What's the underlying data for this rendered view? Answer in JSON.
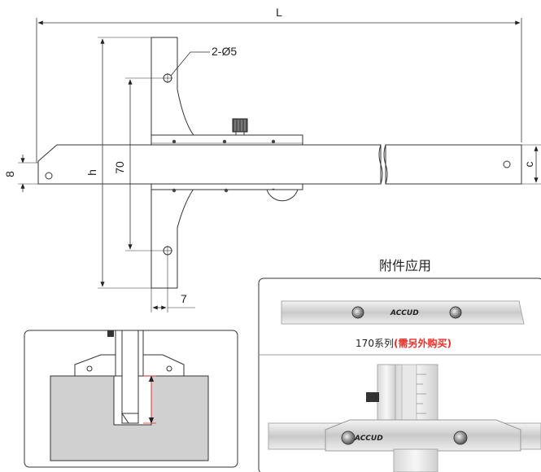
{
  "dimensions": {
    "overall_length": "L",
    "hole_spec": "2-Ø5",
    "beam_height": "8",
    "depth_h": "h",
    "hole_spacing": "70",
    "beam_offset": "c",
    "base_width": "7"
  },
  "accessory": {
    "heading": "附件应用",
    "part_number": "170系列",
    "note_open": "(",
    "note": "需另外购买",
    "note_close": ")",
    "note_color": "#e8302a"
  },
  "logo_text": "ACCUD"
}
